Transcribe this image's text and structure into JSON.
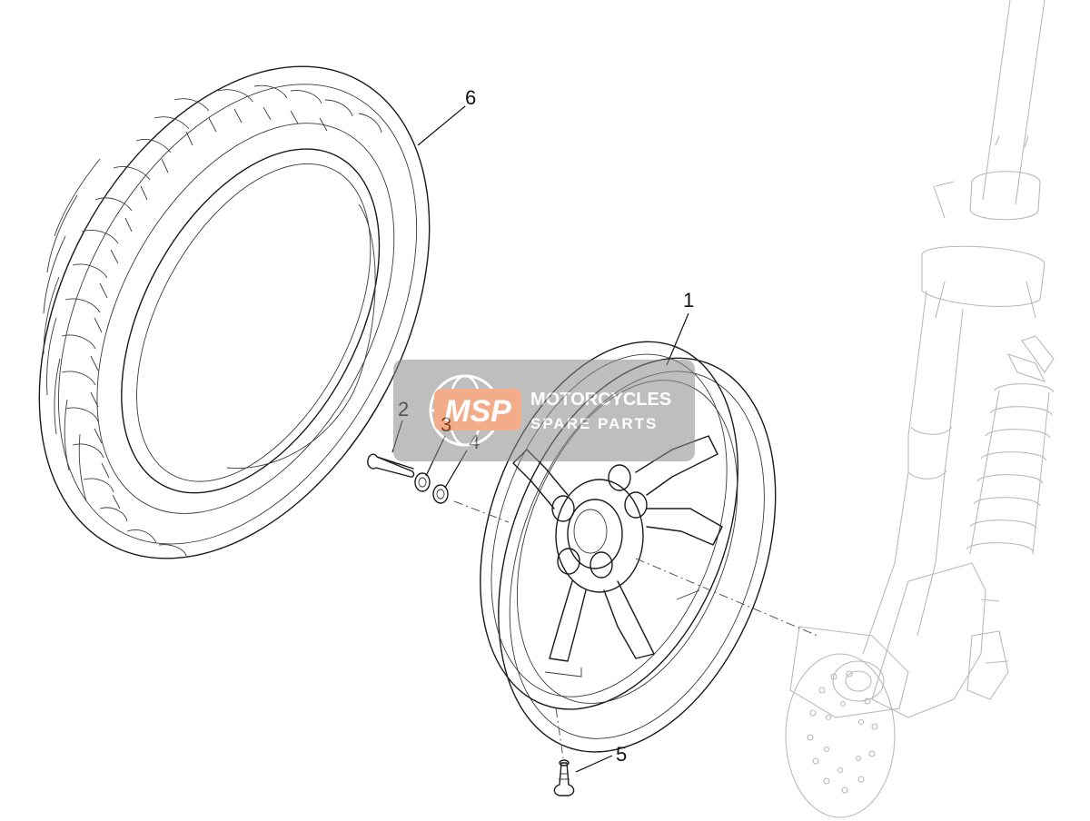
{
  "callouts": [
    {
      "id": "1",
      "label": "1"
    },
    {
      "id": "2",
      "label": "2"
    },
    {
      "id": "3",
      "label": "3"
    },
    {
      "id": "4",
      "label": "4"
    },
    {
      "id": "5",
      "label": "5"
    },
    {
      "id": "6",
      "label": "6"
    }
  ],
  "watermark": {
    "logo_text": "MSP",
    "line1": "MOTORCYCLES",
    "line2": "SPARE PARTS",
    "colors": {
      "badge": "#e8692b",
      "box": "#8a8a8a"
    }
  },
  "icons": [
    "globe-icon"
  ]
}
